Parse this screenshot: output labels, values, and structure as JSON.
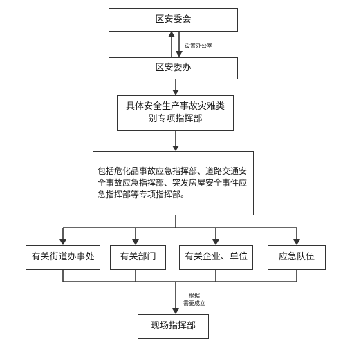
{
  "nodes": {
    "district_committee": "区安委会",
    "district_office": "区安委办",
    "specialized_hq": "具体安全生产事故灾难类别专项指挥部",
    "examples": "包括危化品事故应急指挥部、道路交通安全事故应急指挥部、突发房屋安全事件应急指挥部等专项指挥部。",
    "street_offices": "有关街道办事处",
    "departments": "有关部门",
    "enterprises_units": "有关企业、单位",
    "emergency_teams": "应急队伍",
    "onsite_hq": "现场指挥部"
  },
  "edge_labels": {
    "set_office": "设置办公室",
    "as_needed_line1": "根据",
    "as_needed_line2": "需要成立"
  }
}
